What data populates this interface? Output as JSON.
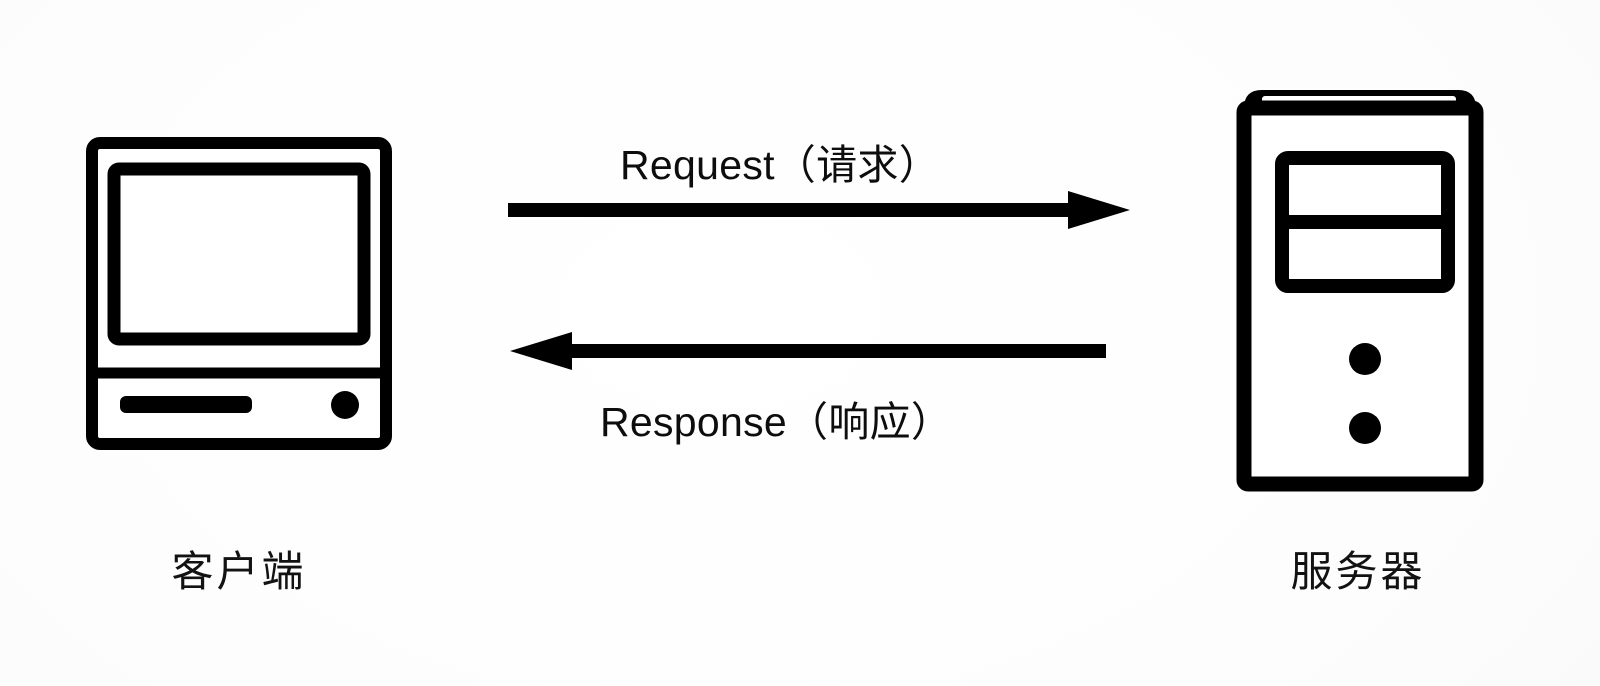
{
  "diagram": {
    "title": "Client-Server Request/Response",
    "background_color": "#ffffff",
    "stroke_color": "#000000",
    "text_color": "#111111",
    "nodes": [
      {
        "id": "client",
        "caption": "客户端",
        "icon": "desktop-computer-icon",
        "position": "left"
      },
      {
        "id": "server",
        "caption": "服务器",
        "icon": "server-tower-icon",
        "position": "right"
      }
    ],
    "flows": [
      {
        "id": "request",
        "label": "Request（请求）",
        "from": "client",
        "to": "server",
        "direction": "left-to-right",
        "label_position": "above-arrow"
      },
      {
        "id": "response",
        "label": "Response（响应）",
        "from": "server",
        "to": "client",
        "direction": "right-to-left",
        "label_position": "below-arrow"
      }
    ]
  }
}
